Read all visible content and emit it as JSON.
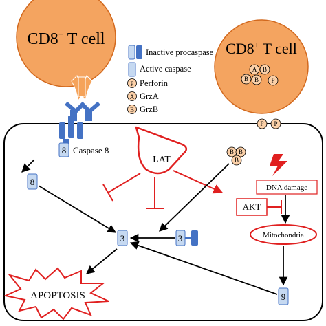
{
  "cells": {
    "left": {
      "label": "CD8",
      "sup": "+",
      "suffix": " T cell"
    },
    "right": {
      "label": "CD8",
      "sup": "+",
      "suffix": " T cell"
    }
  },
  "legend": {
    "inactive_procaspase": "Inactive procaspase",
    "active_caspase": "Active caspase",
    "perforin_symbol": "P",
    "perforin": "Perforin",
    "grza_symbol": "A",
    "grza": "GrzA",
    "grzb_symbol": "B",
    "grzb": "GrzB"
  },
  "granules": {
    "right_cell": [
      "A",
      "B",
      "B",
      "B",
      "P"
    ],
    "membrane": [
      "P",
      "P"
    ],
    "cytoplasm": [
      "B",
      "B",
      "B"
    ]
  },
  "caspase8": {
    "number": "8",
    "label": "Caspase 8"
  },
  "nodes": {
    "casp8_active": "8",
    "lat": "LAT",
    "dna_damage": "DNA damage",
    "akt": "AKT",
    "mitochondria": "Mitochondria",
    "casp3_active": "3",
    "casp3_pro": "3",
    "casp9": "9",
    "apoptosis": "APOPTOSIS"
  },
  "colors": {
    "cell_fill": "#f4a460",
    "cell_stroke": "#d2691e",
    "caspase_light": "#c6d9f1",
    "caspase_dark": "#4472c4",
    "receptor_orange": "#f5a35a",
    "inhibit_red": "#e02020"
  }
}
